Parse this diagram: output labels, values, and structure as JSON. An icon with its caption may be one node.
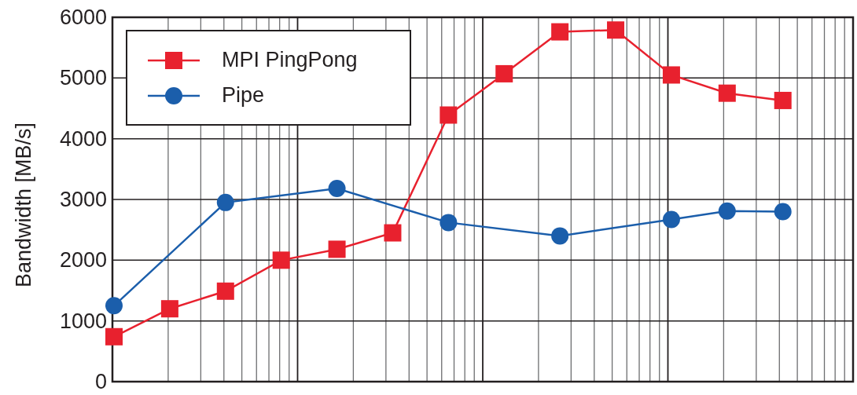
{
  "diagram": {
    "chart_data": {
      "type": "line",
      "ylabel": "Bandwidth [MB/s]",
      "ylim": [
        0,
        6000
      ],
      "yticks": [
        0,
        1000,
        2000,
        3000,
        4000,
        5000,
        6000
      ],
      "grid": true,
      "legend": true,
      "series": [
        {
          "name": "MPI PingPong",
          "color": "#e8212e",
          "marker": "square",
          "values": [
            740,
            1200,
            1490,
            2000,
            2180,
            2450,
            4390,
            5070,
            5760,
            5790,
            5050,
            4750,
            4630
          ]
        },
        {
          "name": "Pipe",
          "color": "#1b5eab",
          "marker": "circle",
          "values": [
            1250,
            null,
            2950,
            null,
            3180,
            null,
            2620,
            null,
            2400,
            null,
            2670,
            2810,
            2800
          ]
        }
      ]
    }
  }
}
